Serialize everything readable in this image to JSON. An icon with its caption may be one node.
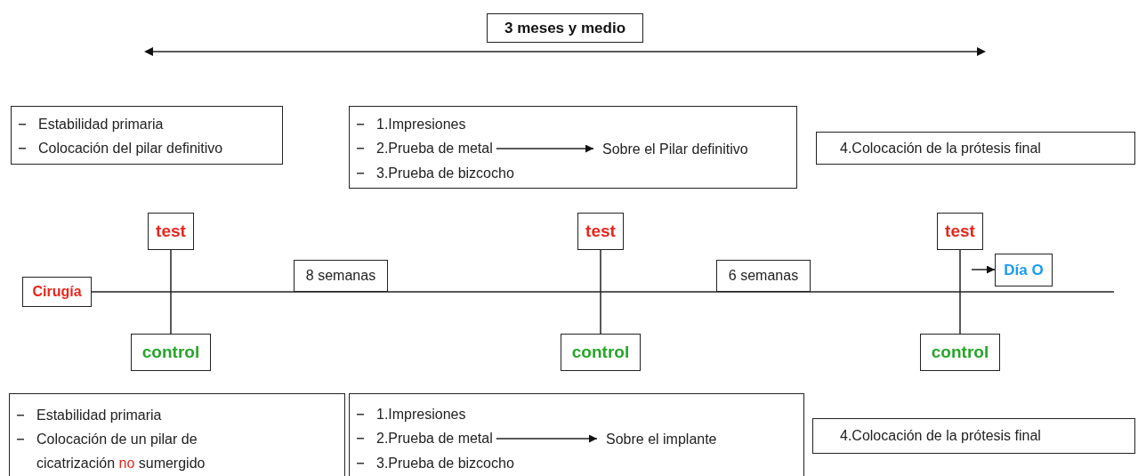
{
  "diagram": {
    "nodes": [
      {
        "text": [
          "3 meses y medio"
        ]
      },
      {
        "text": [
          "Estabilidad primaria",
          "Colocación del pilar definitivo"
        ]
      },
      {
        "text": [],
        "shape": "box"
      },
      {
        "text": [
          "1.Impresiones"
        ],
        "in": 2
      },
      {
        "text": [
          "2.Prueba de metal"
        ],
        "in": 2
      },
      {
        "text": [
          "Sobre el Pilar definitivo"
        ],
        "in": 2
      },
      {
        "text": [
          "3.Prueba de bizcocho"
        ],
        "in": 2
      },
      {
        "text": [
          "4.Colocación de la prótesis final"
        ]
      },
      {
        "text": [
          "test"
        ]
      },
      {
        "text": [
          "test"
        ]
      },
      {
        "text": [
          "test"
        ]
      },
      {
        "text": [
          "Cirugía"
        ]
      },
      {
        "text": [
          "8 semanas"
        ]
      },
      {
        "text": [
          "6 semanas"
        ]
      },
      {
        "text": [
          "Día O"
        ]
      },
      {
        "text": [
          "control"
        ]
      },
      {
        "text": [
          "control"
        ]
      },
      {
        "text": [
          "control"
        ]
      },
      {
        "text": [
          "Estabilidad primaria",
          "Colocación de un pilar de cicatrización *no* sumergido"
        ]
      },
      {
        "text": [],
        "shape": "box"
      },
      {
        "text": [
          "1.Impresiones"
        ],
        "in": 19
      },
      {
        "text": [
          "2.Prueba de metal"
        ],
        "in": 19
      },
      {
        "text": [
          "Sobre el implante"
        ],
        "in": 19
      },
      {
        "text": [
          "3.Prueba de bizcocho"
        ],
        "in": 19
      },
      {
        "text": [
          "4.Colocación de la prótesis final"
        ]
      }
    ],
    "edges": [
      {
        "from": 4,
        "to": 5,
        "arrow": "to"
      },
      {
        "from": 21,
        "to": 22,
        "arrow": "to"
      },
      {
        "from": 8,
        "to": 15,
        "arrow": "none"
      },
      {
        "from": 9,
        "to": 16,
        "arrow": "none"
      },
      {
        "from": 10,
        "to": 17,
        "arrow": "none"
      },
      {
        "from": 11,
        "to": null,
        "arrow": "none"
      },
      {
        "from": null,
        "to": 14,
        "arrow": "to"
      }
    ]
  }
}
